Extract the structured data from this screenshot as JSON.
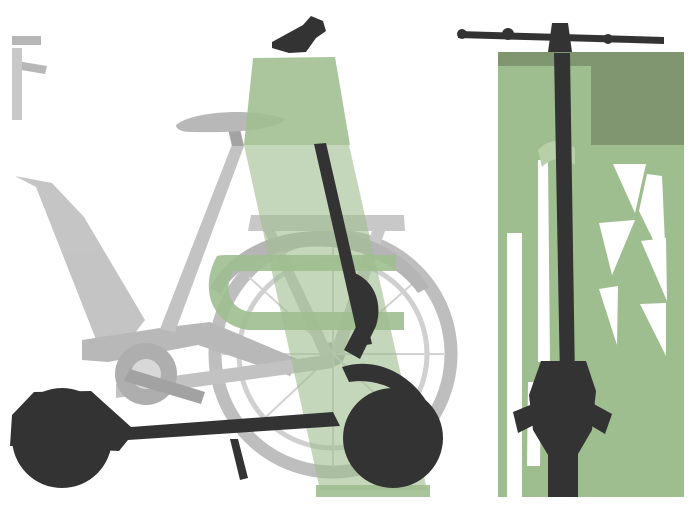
{
  "figure": {
    "background": "#ffffff",
    "colors": {
      "bike_gray": "#b8b8b8",
      "bike_gray_dark": "#9d9d9d",
      "scooter_dark": "#333333",
      "rack_green": "#9fbe8f",
      "rack_green_dark": "#7f9671",
      "rack_green_light": "#b7d0aa"
    },
    "objects": [
      "bicycle-silhouette",
      "electric-scooter-side-view",
      "scooter-rack-side-view",
      "electric-scooter-front-view",
      "scooter-rack-front-view"
    ]
  }
}
